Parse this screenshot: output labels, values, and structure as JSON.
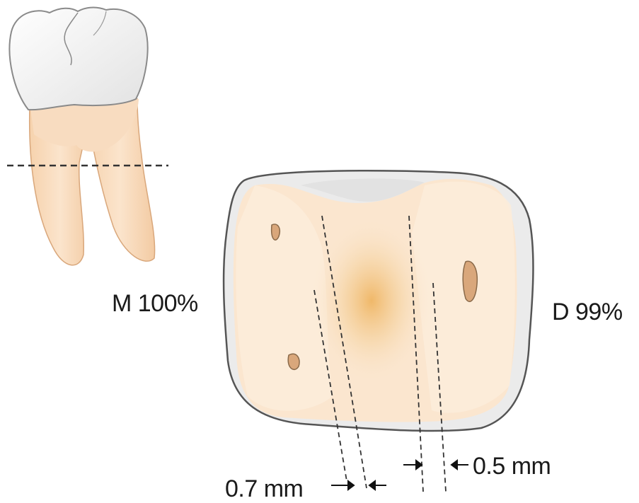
{
  "labels": {
    "mesial": "M 100%",
    "distal": "D 99%",
    "left_width": "0.7 mm",
    "right_width": "0.5 mm"
  },
  "colors": {
    "enamel": "#f4f4f4",
    "root": "#f9dcbf",
    "cross_section": "#fbe8d3",
    "canal_center": "#f2c27d",
    "outline": "#555555",
    "dashes": "#333333"
  }
}
